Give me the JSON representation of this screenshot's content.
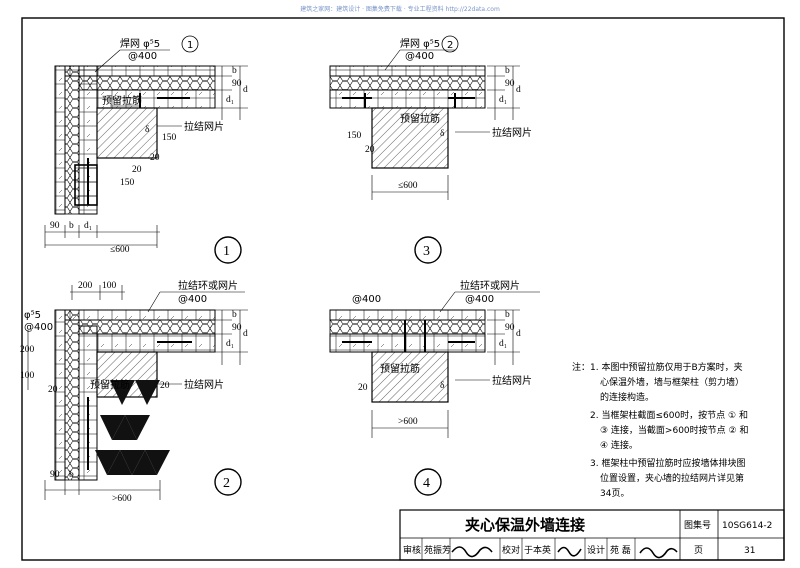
{
  "watermark": "建筑之家网：建筑设计 · 图集免费下载 · 专业工程资料 http://22data.com",
  "details": {
    "d1": {
      "mesh_label": "焊网 φ⁵5",
      "mesh_spacing": "@400",
      "mesh_ref": "1",
      "reserved_bar": "预留拉筋",
      "tie_mesh": "拉结网片",
      "dims": {
        "top_b": "b",
        "top_90": "90",
        "d1": "d₁",
        "d": "d",
        "dim150": "150",
        "dim150b": "150",
        "dim20": "20",
        "dim20b": "20",
        "dim90": "90",
        "bdim": "b",
        "d1b": "d₁",
        "limit": "≤600",
        "delta": "δ"
      },
      "number": "1"
    },
    "d2": {
      "dim200": "200",
      "dim100": "100",
      "phi": "φ⁵5",
      "spacing_left": "@400",
      "tie_ring": "拉结环或网片",
      "spacing_top": "@400",
      "reserved_bar": "预留拉筋",
      "tie_mesh": "拉结网片",
      "dims": {
        "v100": "100",
        "v200": "200",
        "d20": "20",
        "d20b": "20",
        "top_b": "b",
        "top_90": "90",
        "d1": "d₁",
        "d": "d",
        "b90": "90",
        "bb": "b",
        "limit": ">600"
      },
      "number": "2"
    },
    "d3": {
      "mesh_label": "焊网 φ⁵5",
      "mesh_spacing": "@400",
      "mesh_ref": "2",
      "reserved_bar": "预留拉筋",
      "tie_mesh": "拉结网片",
      "dims": {
        "top_b": "b",
        "top_90": "90",
        "d1": "d₁",
        "d": "d",
        "dim150": "150",
        "dim20": "20",
        "delta": "δ",
        "limit": "≤600"
      },
      "number": "3"
    },
    "d4": {
      "spacing_left": "@400",
      "tie_ring": "拉结环或网片",
      "spacing_top": "@400",
      "reserved_bar": "预留拉筋",
      "tie_mesh": "拉结网片",
      "dims": {
        "top_b": "b",
        "top_90": "90",
        "d1": "d₁",
        "d": "d",
        "dim20": "20",
        "delta": "δ",
        "limit": ">600"
      },
      "number": "4"
    }
  },
  "notes": {
    "label": "注：",
    "lines": [
      "1. 本图中预留拉筋仅用于B方案时，夹",
      "心保温外墙，墙与框架柱（剪力墙）",
      "的连接构造。",
      "2. 当框架柱截面≤600时，按节点 ① 和",
      "③ 连接，当截面>600时按节点 ② 和",
      "④ 连接。",
      "3. 框架柱中预留拉筋时应按墙体排块图",
      "位置设置，夹心墙的拉结网片详见第",
      "34页。"
    ]
  },
  "title_block": {
    "title": "夹心保温外墙连接",
    "atlas_label": "图集号",
    "atlas_no": "10SG614-2",
    "review_label": "审核",
    "review_name": "苑振芳",
    "check_label": "校对",
    "check_name": "于本英",
    "design_label": "设计",
    "design_name": "苑 磊",
    "page_label": "页",
    "page_no": "31"
  }
}
